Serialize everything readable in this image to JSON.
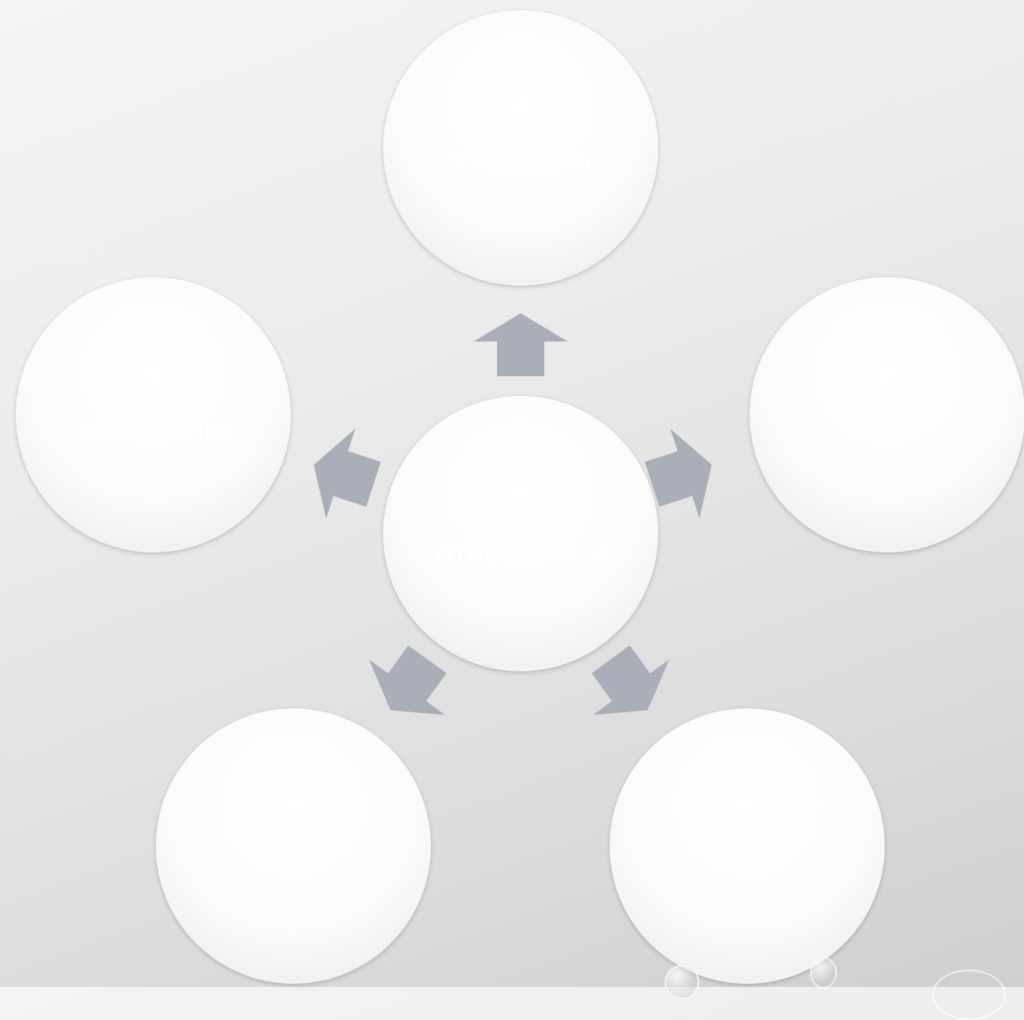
{
  "diagram": {
    "center": {
      "label": "отношени й"
    },
    "nodes": {
      "top": {
        "label": "Федерация"
      },
      "left": {
        "label": "образования"
      },
      "right": {
        "label": ""
      },
      "bottom_left": {
        "label": "лица"
      },
      "bottom_right": {
        "label": "лица"
      }
    },
    "colors": {
      "arrow": "#a9aeb8",
      "node_fill": "#ffffff",
      "label_text": "#ffffff"
    }
  }
}
